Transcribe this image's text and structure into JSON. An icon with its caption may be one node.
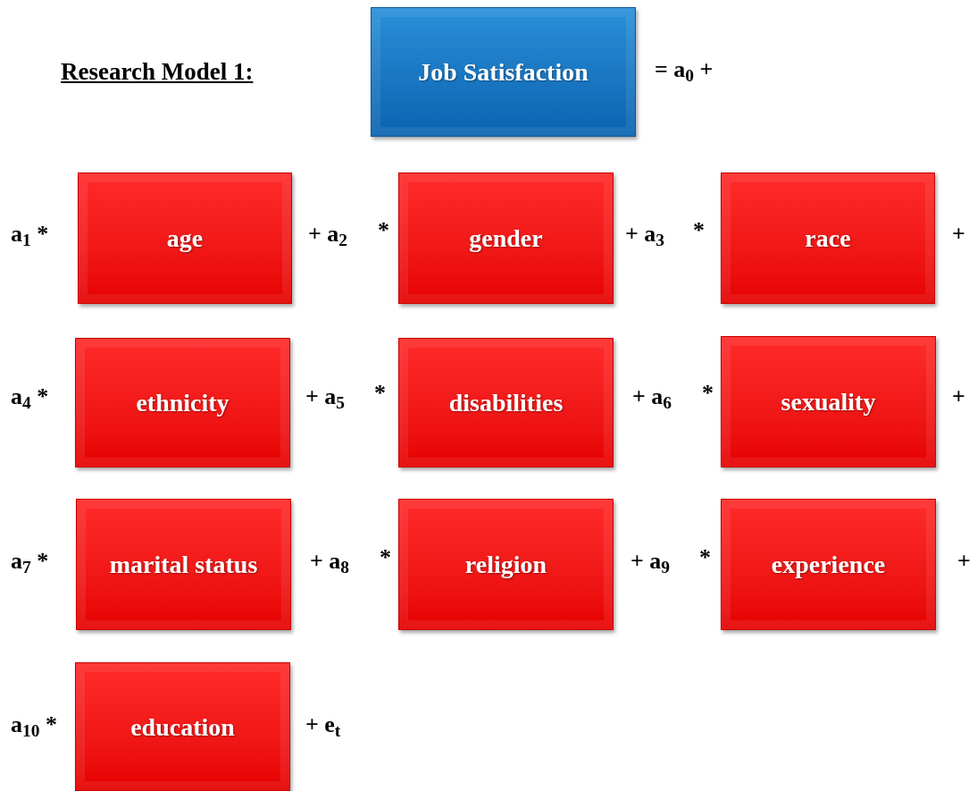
{
  "diagram": {
    "title": "Research Model 1:",
    "nodes": [
      {
        "text": [
          "Job Satisfaction"
        ]
      },
      {
        "text": [
          "age"
        ]
      },
      {
        "text": [
          "gender"
        ]
      },
      {
        "text": [
          "race"
        ]
      },
      {
        "text": [
          "ethnicity"
        ]
      },
      {
        "text": [
          "disabilities"
        ]
      },
      {
        "text": [
          "sexuality"
        ]
      },
      {
        "text": [
          "marital status"
        ]
      },
      {
        "text": [
          "religion"
        ]
      },
      {
        "text": [
          "experience"
        ]
      },
      {
        "text": [
          "education"
        ]
      }
    ],
    "labels": [
      "= a$_{0}$ +",
      "a$_{1}$ *",
      "+ a$_{2}$",
      "*",
      "+ a$_{3}$",
      "*",
      "+",
      "a$_{4}$ *",
      "+ a$_{5}$",
      "*",
      "+ a$_{6}$",
      "*",
      "+",
      "a$_{7}$ *",
      "+ a$_{8}$",
      "*",
      "+ a$_{9}$",
      "*",
      "+",
      "a$_{10}$ *",
      "+ e$_{t}$"
    ]
  }
}
